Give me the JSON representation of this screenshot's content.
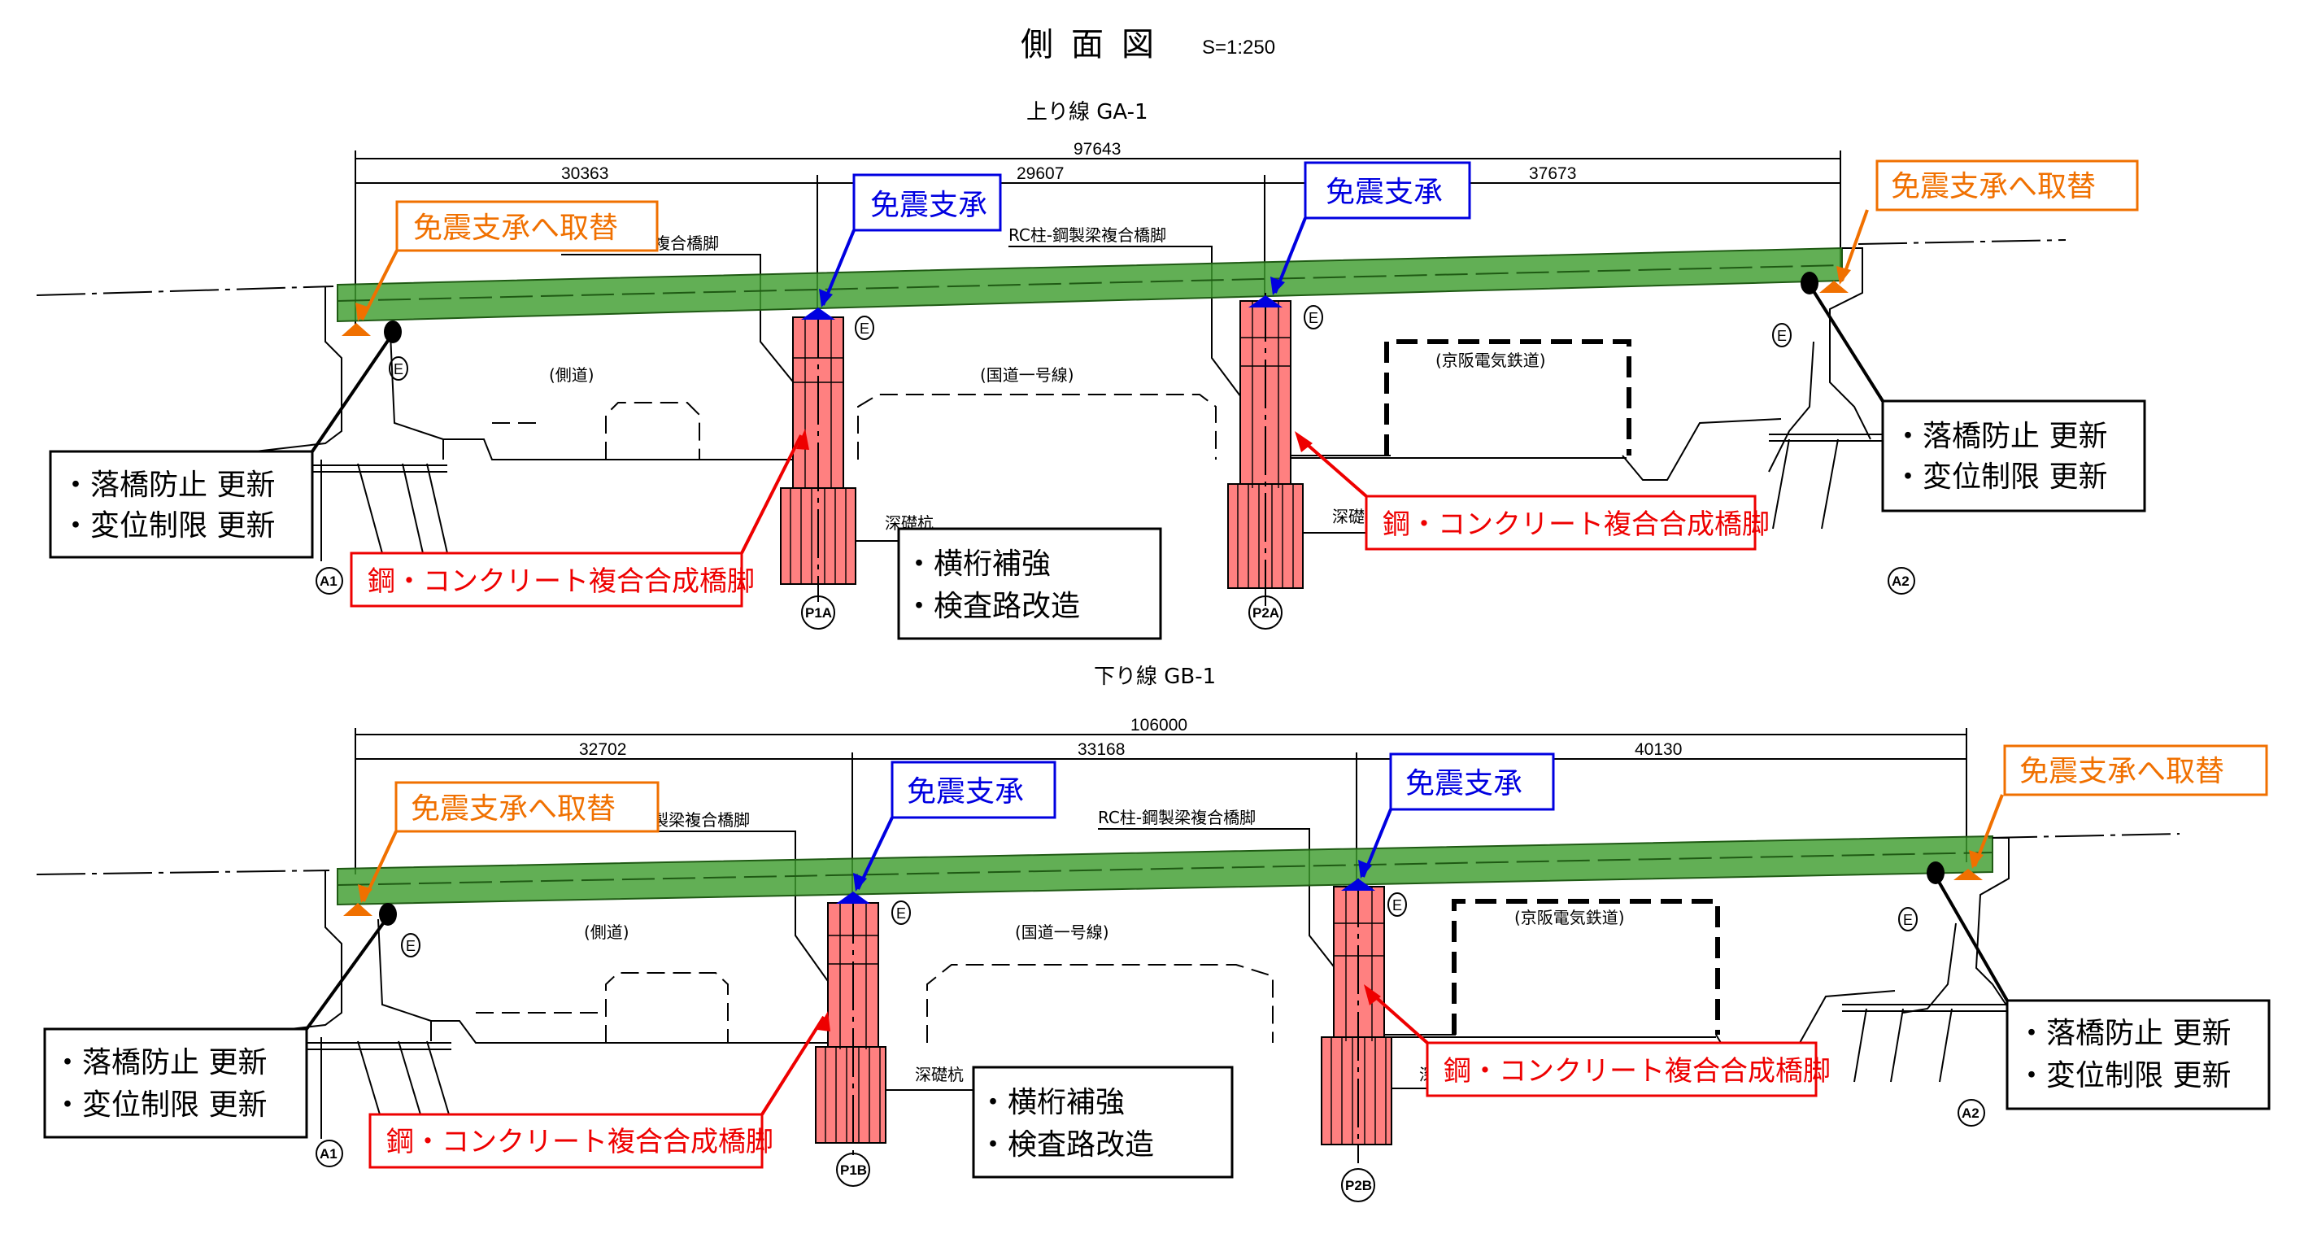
{
  "title": {
    "main": "側面図",
    "scale": "S=1:250"
  },
  "colors": {
    "seismic_replacement": "#f07000",
    "seismic_bearing": "#0000e0",
    "composite_pier": "#ee0000",
    "girder_fill": "#3f9e2f",
    "pier_fill": "#ff8080"
  },
  "labels": {
    "rc_pier": "RC柱-鋼製梁複合橋脚",
    "side_road": "(側道)",
    "national_route": "(国道一号線)",
    "keihan_railway": "(京阪電気鉄道)",
    "deep_pile": "深礎杭",
    "e_mark": "E"
  },
  "callouts": {
    "replace_bearing": "免震支承へ取替",
    "seismic_bearing": "免震支承",
    "composite_pier": "鋼・コンクリート複合合成橋脚",
    "abutment_line1": "・落橋防止 更新",
    "abutment_line2": "・変位制限 更新",
    "pier_line1": "・横桁補強",
    "pier_line2": "・検査路改造"
  },
  "sections": [
    {
      "name": "上り線 GA-1",
      "total_length": "97643",
      "spans": [
        "30363",
        "29607",
        "37673"
      ],
      "supports": [
        "A1",
        "P1A",
        "P2A",
        "A2"
      ]
    },
    {
      "name": "下り線 GB-1",
      "total_length": "106000",
      "spans": [
        "32702",
        "33168",
        "40130"
      ],
      "supports": [
        "A1",
        "P1B",
        "P2B",
        "A2"
      ]
    }
  ]
}
